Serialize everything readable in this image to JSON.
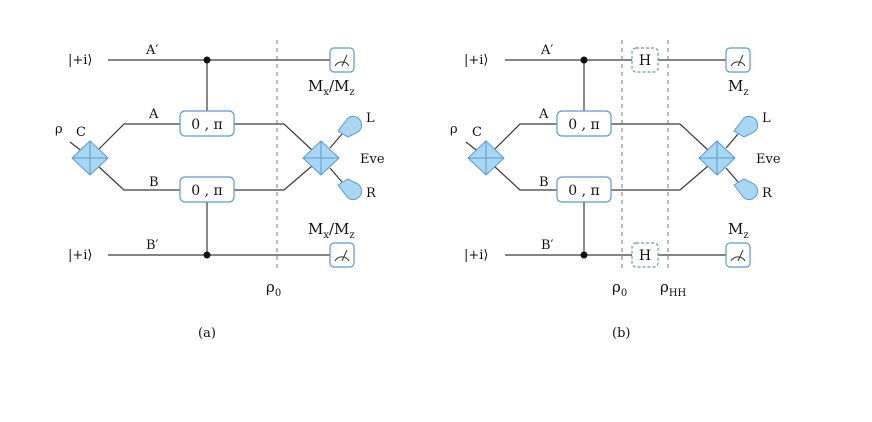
{
  "panels": [
    {
      "id": "a",
      "caption": "(a)",
      "input_top": "|+i⟩",
      "input_bottom": "|+i⟩",
      "wire_top": "A′",
      "wire_bottom": "B′",
      "arm_top": "A",
      "arm_bottom": "B",
      "rho": "ρ",
      "coupler": "C",
      "phase_top": "0 , π",
      "phase_bottom": "0 , π",
      "detector_top": "L",
      "detector_bottom": "R",
      "eve": "Eve",
      "measure_top": {
        "main": "M",
        "sub": "x",
        "sep": "/M",
        "sub2": "z"
      },
      "measure_bottom": {
        "main": "M",
        "sub": "x",
        "sep": "/M",
        "sub2": "z"
      },
      "cut_labels": [
        {
          "main": "ρ",
          "sub": "0"
        }
      ]
    },
    {
      "id": "b",
      "caption": "(b)",
      "input_top": "|+i⟩",
      "input_bottom": "|+i⟩",
      "wire_top": "A′",
      "wire_bottom": "B′",
      "arm_top": "A",
      "arm_bottom": "B",
      "rho": "ρ",
      "coupler": "C",
      "phase_top": "0 , π",
      "phase_bottom": "0 , π",
      "detector_top": "L",
      "detector_bottom": "R",
      "eve": "Eve",
      "hadamard_top": "H",
      "hadamard_bottom": "H",
      "measure_top": {
        "main": "M",
        "sub": "z"
      },
      "measure_bottom": {
        "main": "M",
        "sub": "z"
      },
      "cut_labels": [
        {
          "main": "ρ",
          "sub": "0"
        },
        {
          "main": "ρ",
          "sub": "HH"
        }
      ]
    }
  ],
  "colors": {
    "accent": "#5b9bd5",
    "fill": "#a9d6f0",
    "line": "#3a3a3a"
  },
  "icons": {
    "meter": "measurement-meter-icon",
    "detector": "photodetector-icon",
    "beamsplitter": "beam-splitter-icon"
  }
}
